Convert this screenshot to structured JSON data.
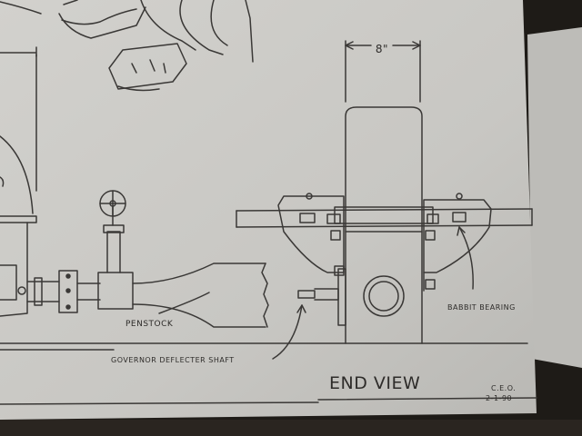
{
  "labels": {
    "dimension": "8\"",
    "penstock": "PENSTOCK",
    "governor_shaft": "GOVERNOR DEFLECTER SHAFT",
    "babbit_bearing": "BABBIT BEARING",
    "view_title": "END VIEW",
    "initials": "C.E.O.",
    "date": "2-1-90"
  },
  "colors": {
    "paper": "#c9c8c4",
    "ink": "#3a3836",
    "background": "#1e1b17"
  }
}
